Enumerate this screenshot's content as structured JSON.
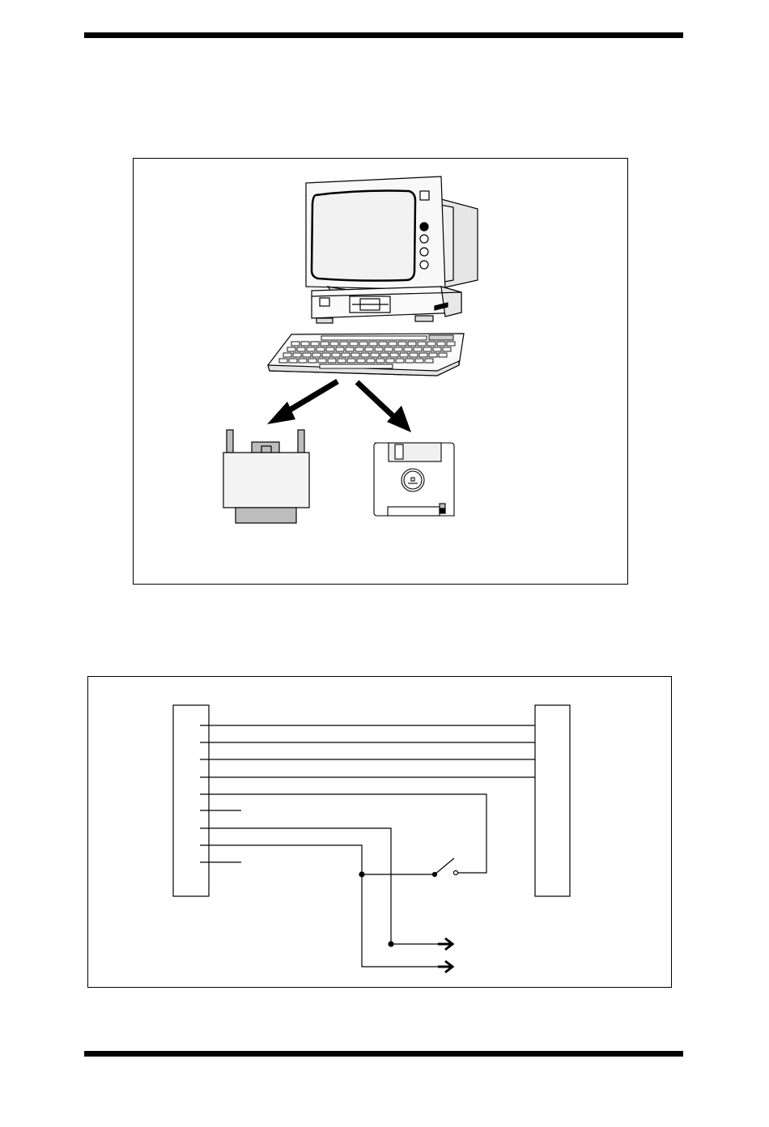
{
  "page": {
    "top_rule": "",
    "bottom_rule": ""
  },
  "figure1": {
    "computer": {
      "icon": "desktop-computer-icon"
    },
    "keyboard": {
      "icon": "keyboard-icon"
    },
    "arrows": [
      "arrow-to-adapter",
      "arrow-to-floppy"
    ],
    "adapter": {
      "icon": "serial-adapter-icon"
    },
    "floppy": {
      "icon": "floppy-disk-icon"
    }
  },
  "figure2": {
    "left_connector": {
      "pin_count": 9
    },
    "right_connector": {
      "wires_connected": 4
    },
    "switch": {
      "state": "open"
    },
    "outputs": 2
  },
  "colors": {
    "line": "#000000",
    "fill_light": "#f4f4f4",
    "fill_gray": "#bdbdbd"
  }
}
